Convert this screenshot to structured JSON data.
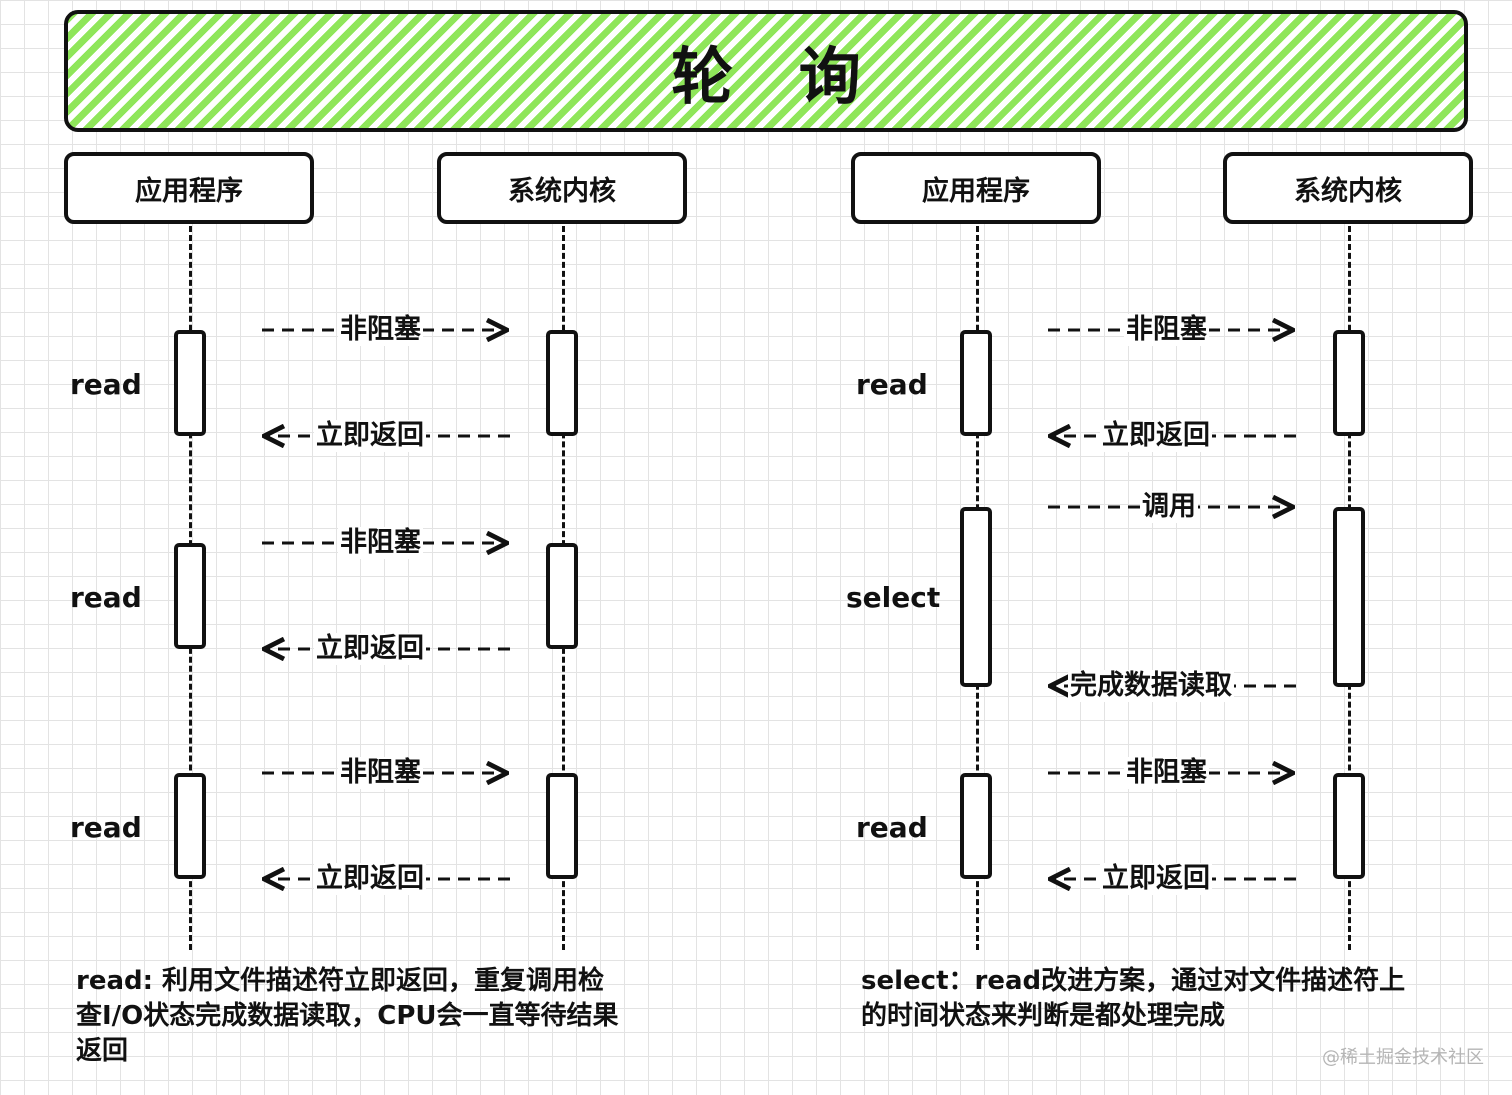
{
  "title": "轮 询",
  "left": {
    "app_box": "应用程序",
    "kernel_box": "系统内核",
    "calls": [
      {
        "label": "read",
        "request": "非阻塞",
        "response": "立即返回"
      },
      {
        "label": "read",
        "request": "非阻塞",
        "response": "立即返回"
      },
      {
        "label": "read",
        "request": "非阻塞",
        "response": "立即返回"
      }
    ],
    "caption_lines": [
      "read: 利用文件描述符立即返回，重复调用检",
      "查I/O状态完成数据读取，CPU会一直等待结果",
      "返回"
    ]
  },
  "right": {
    "app_box": "应用程序",
    "kernel_box": "系统内核",
    "calls": [
      {
        "label": "read",
        "request": "非阻塞",
        "response": "立即返回"
      },
      {
        "label": "select",
        "request": "调用",
        "response": "完成数据读取"
      },
      {
        "label": "read",
        "request": "非阻塞",
        "response": "立即返回"
      }
    ],
    "caption_lines": [
      "select：read改进方案，通过对文件描述符上",
      "的时间状态来判断是都处理完成"
    ]
  },
  "watermark": "@稀土掘金技术社区",
  "colors": {
    "banner_green": "#8fe65a",
    "ink": "#111111",
    "grid": "#e3e3e3"
  }
}
